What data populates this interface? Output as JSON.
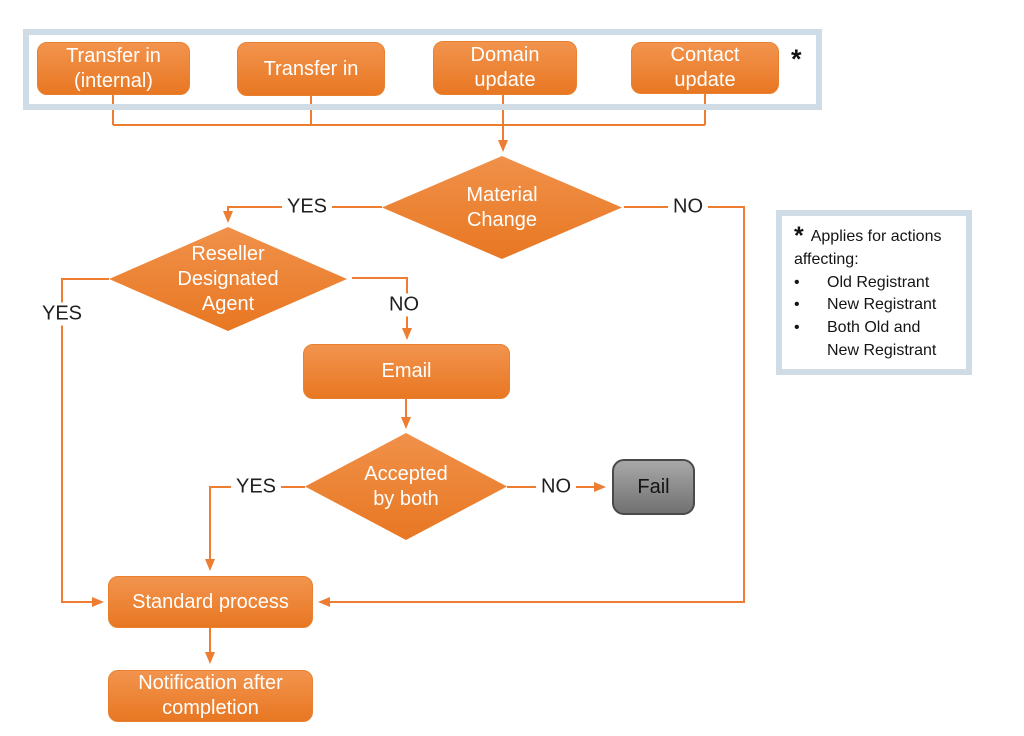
{
  "diagram": {
    "title_hint": "Domain change material-change decision flowchart",
    "nodes": {
      "transfer_in_internal": {
        "label": "Transfer in\n(internal)"
      },
      "transfer_in": {
        "label": "Transfer in"
      },
      "domain_update": {
        "label": "Domain\nupdate"
      },
      "contact_update": {
        "label": "Contact\nupdate"
      },
      "material_change": {
        "label": "Material\nChange"
      },
      "reseller_designated_agent": {
        "label": "Reseller\nDesignated\nAgent"
      },
      "email": {
        "label": "Email"
      },
      "accepted_by_both": {
        "label": "Accepted\nby both"
      },
      "fail": {
        "label": "Fail"
      },
      "standard_process": {
        "label": "Standard process"
      },
      "notification_after_completion": {
        "label": "Notification after\ncompletion"
      }
    },
    "edge_labels": {
      "material_yes": "YES",
      "material_no": "NO",
      "reseller_yes": "YES",
      "reseller_no": "NO",
      "accepted_yes": "YES",
      "accepted_no": "NO"
    },
    "top_group_asterisk": "*",
    "note": {
      "asterisk": "*",
      "heading": "Applies for actions\naffecting:",
      "bullet_char": "•",
      "bullets": [
        "Old Registrant",
        "New Registrant",
        "Both Old and\nNew Registrant"
      ]
    },
    "colors": {
      "node_orange_top": "#F2944E",
      "node_orange_bottom": "#E87722",
      "node_border": "#E8802F",
      "connector": "#ED7D31",
      "group_border": "#CFDCE6",
      "fail_top": "#A8A8A8",
      "fail_bottom": "#717171",
      "fail_border": "#4A4A4A",
      "node_text": "#FFFFFF",
      "label_text": "#1F1F1F"
    }
  }
}
